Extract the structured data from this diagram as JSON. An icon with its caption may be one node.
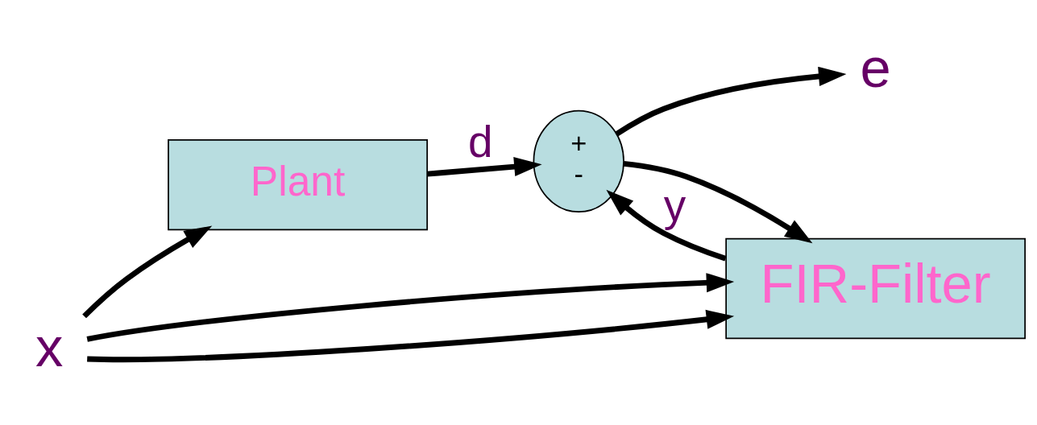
{
  "diagram": {
    "nodes": [
      {
        "text": [
          "x"
        ]
      },
      {
        "text": [
          "Plant"
        ]
      },
      {
        "text": [
          "+",
          "-"
        ]
      },
      {
        "text": [
          "FIR-Filter"
        ]
      },
      {
        "text": [
          "e"
        ]
      }
    ],
    "edges": [
      {
        "from": 0,
        "to": 1,
        "arrow": "to"
      },
      {
        "from": 0,
        "to": 3,
        "arrow": "to"
      },
      {
        "from": 0,
        "to": 3,
        "arrow": "to"
      },
      {
        "from": 1,
        "to": 2,
        "arrow": "to",
        "label": "d"
      },
      {
        "from": 3,
        "to": 2,
        "arrow": "to",
        "label": "y"
      },
      {
        "from": 2,
        "to": 4,
        "arrow": "to"
      },
      {
        "from": 2,
        "to": 3,
        "arrow": "to"
      }
    ]
  }
}
